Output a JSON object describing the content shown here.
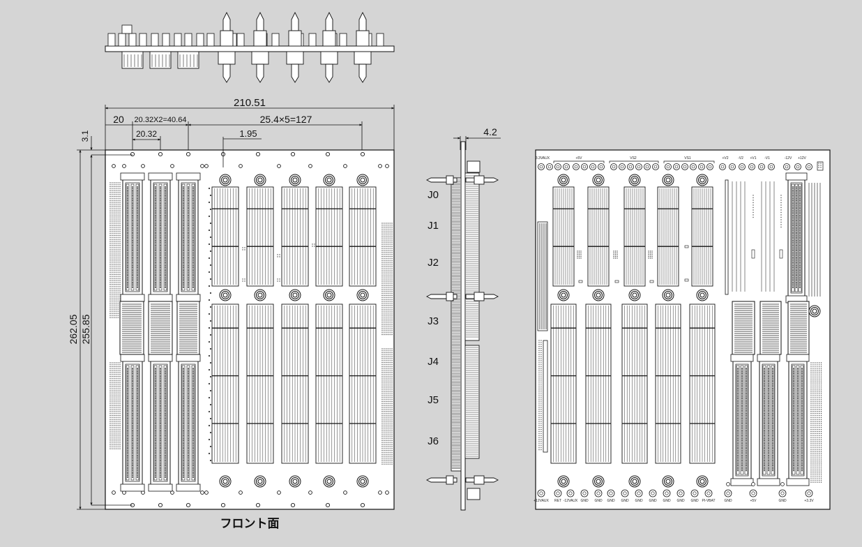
{
  "caption": "フロント面",
  "dimensions": {
    "overall_width": "210.51",
    "left_margin": "20",
    "pitch_a": "20.32X2=40.64",
    "pitch_b": "25.4×5=127",
    "pitch_a_single": "20.32",
    "offset_small": "1.95",
    "top_margin": "3.1",
    "overall_height": "262.05",
    "inner_height": "255.85",
    "side_thickness": "4.2"
  },
  "side_labels": [
    "J0",
    "J1",
    "J2",
    "J3",
    "J4",
    "J5",
    "J6"
  ],
  "rear_top_labels": [
    "3.3VAUX",
    "+5V",
    "VS2",
    "VS1",
    "+V2",
    "-V2",
    "+V1",
    "-V1",
    "-12V",
    "+12V"
  ],
  "rear_bottom_labels": [
    "+12VAUX",
    "RET",
    "-12VAUX",
    "GND",
    "GND",
    "GND",
    "GND",
    "GND",
    "GND",
    "GND",
    "GND",
    "GND",
    "PI-VBAT",
    "GND",
    "+5V",
    "GND",
    "+3.3V"
  ],
  "colors": {
    "background": "#d5d5d5",
    "board": "#ffffff",
    "line": "#111111"
  }
}
